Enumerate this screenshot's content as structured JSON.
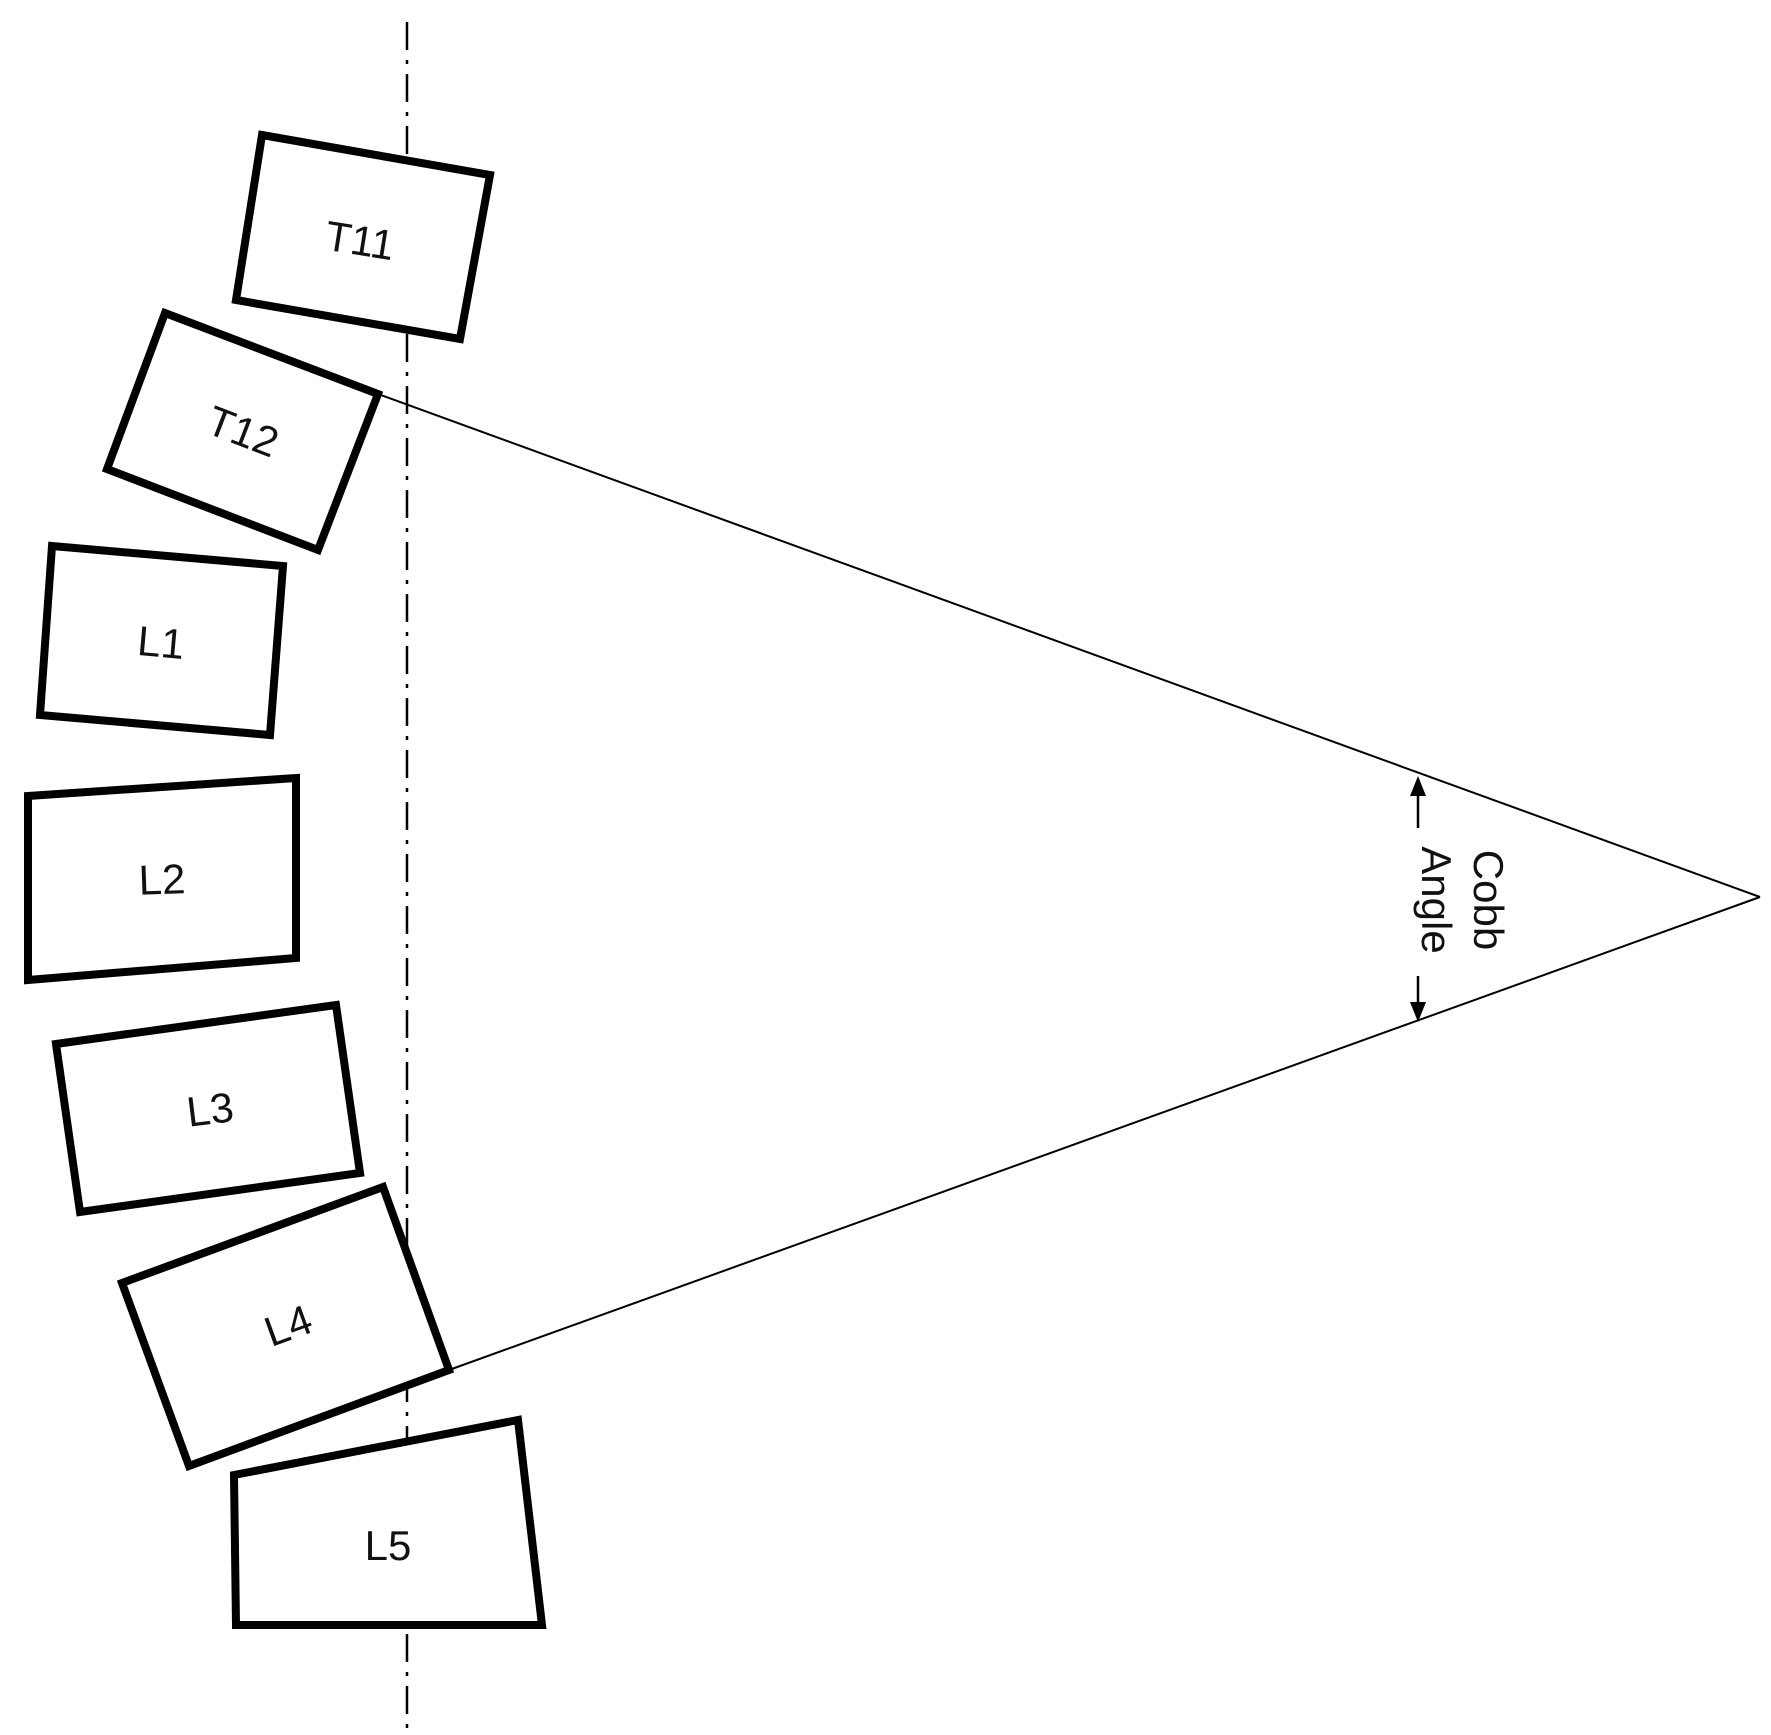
{
  "diagram": {
    "vertebrae": [
      {
        "id": "t11",
        "label": "T11"
      },
      {
        "id": "t12",
        "label": "T12"
      },
      {
        "id": "l1",
        "label": "L1"
      },
      {
        "id": "l2",
        "label": "L2"
      },
      {
        "id": "l3",
        "label": "L3"
      },
      {
        "id": "l4",
        "label": "L4"
      },
      {
        "id": "l5",
        "label": "L5"
      }
    ],
    "angle_label": {
      "line1": "Cobb",
      "line2": "Angle"
    },
    "colors": {
      "stroke": "#000000",
      "background": "#ffffff"
    }
  }
}
